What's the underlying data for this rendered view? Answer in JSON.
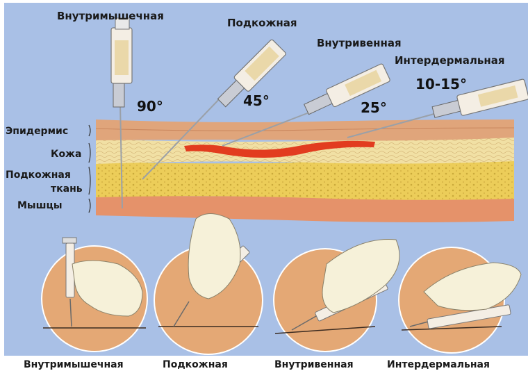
{
  "needle_labels": {
    "intramuscular": "Внутримышечная",
    "subcutaneous": "Подкожная",
    "intravenous": "Внутривенная",
    "intradermal": "Интердермальная"
  },
  "angles": {
    "intramuscular": "90°",
    "subcutaneous": "45°",
    "intravenous": "25°",
    "intradermal": "10-15°"
  },
  "layers": {
    "epidermis": "Эпидермис",
    "skin": "Кожа",
    "subcutaneous_line1": "Подкожная",
    "subcutaneous_line2": "ткань",
    "muscles": "Мышцы"
  },
  "captions": {
    "intramuscular": "Внутримышечная",
    "subcutaneous": "Подкожная",
    "intravenous": "Внутривенная",
    "intradermal": "Интердермальная"
  },
  "colors": {
    "background": "#a9c0e6",
    "epidermis": "#e0a57b",
    "dermis": "#f1e0a4",
    "fat": "#eccd59",
    "muscle": "#e5926a",
    "vein": "#e23c1f",
    "circle": "#e4a875",
    "glove": "#f6f1d9"
  }
}
